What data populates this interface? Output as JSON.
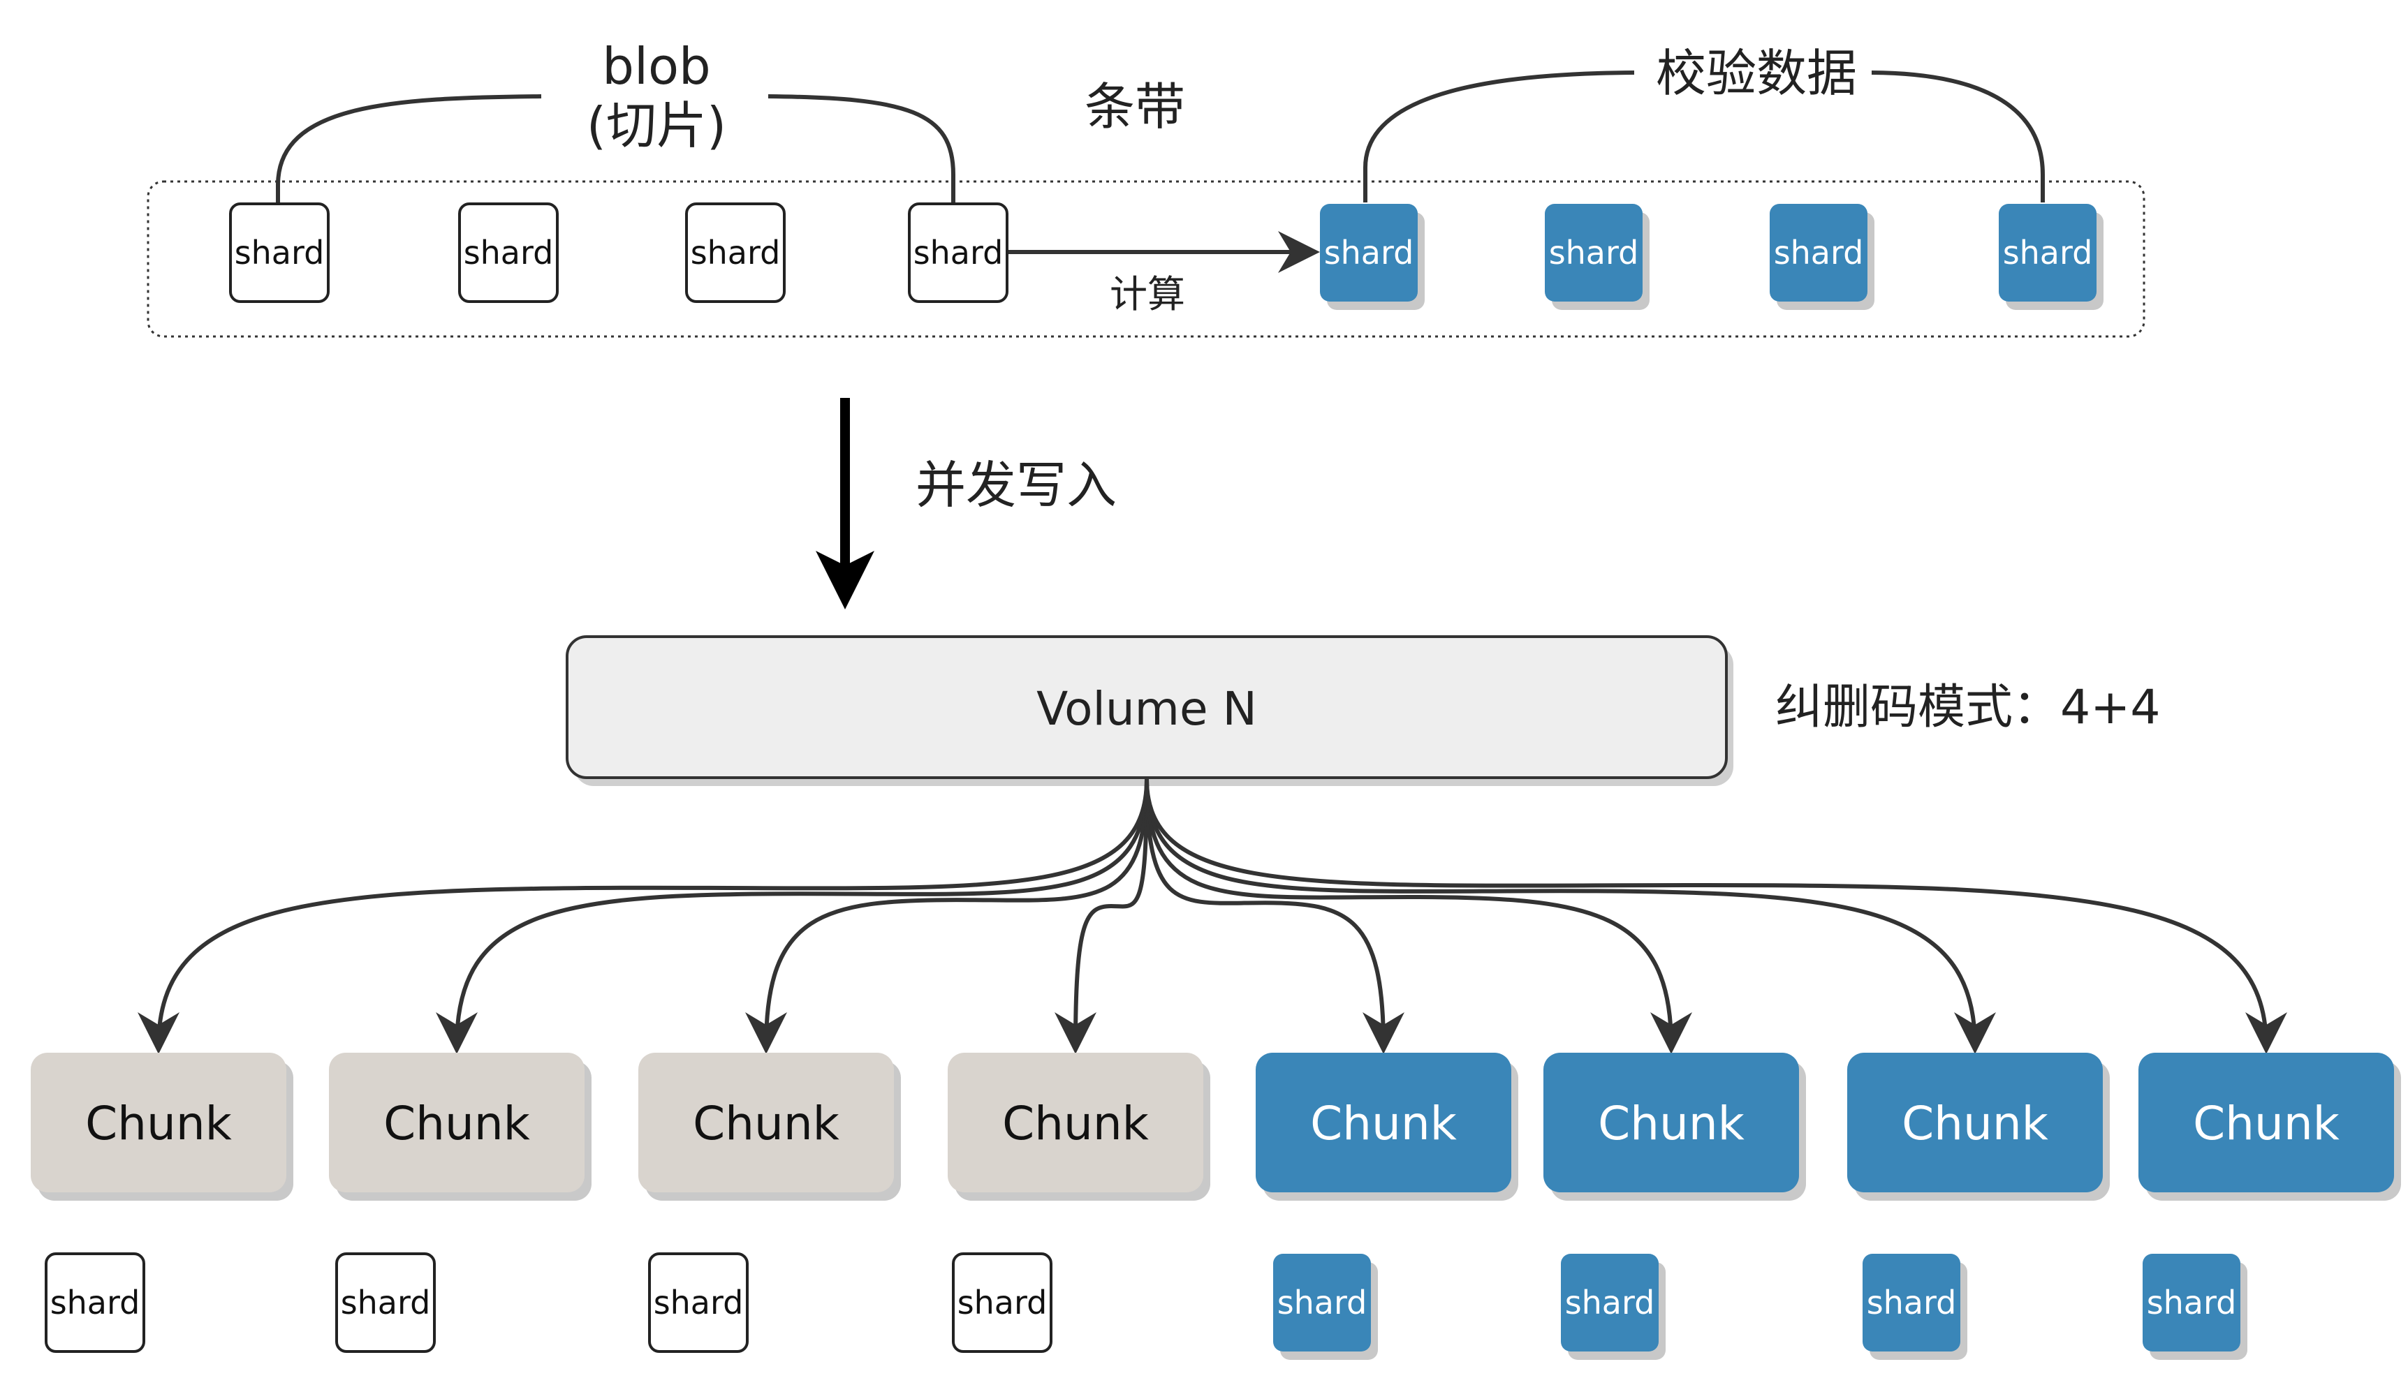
{
  "colors": {
    "data": "#ffffff",
    "parity": "#3a86b8",
    "chunk_data": "#d9d4ce",
    "chunk_parity": "#3a86b8",
    "volume": "#eeeeee",
    "line": "#333333",
    "text": "#222222"
  },
  "labels": {
    "blob": "blob",
    "blob_sub": "(切片)",
    "stripe": "条带",
    "parity": "校验数据",
    "compute": "计算",
    "write": "并发写入",
    "volume": "Volume N",
    "ec_mode": "纠删码模式：4+4"
  },
  "stripe_shards": [
    {
      "label": "shard",
      "kind": "data"
    },
    {
      "label": "shard",
      "kind": "data"
    },
    {
      "label": "shard",
      "kind": "data"
    },
    {
      "label": "shard",
      "kind": "data"
    },
    {
      "label": "shard",
      "kind": "parity"
    },
    {
      "label": "shard",
      "kind": "parity"
    },
    {
      "label": "shard",
      "kind": "parity"
    },
    {
      "label": "shard",
      "kind": "parity"
    }
  ],
  "chunks": [
    {
      "label": "Chunk",
      "kind": "data"
    },
    {
      "label": "Chunk",
      "kind": "data"
    },
    {
      "label": "Chunk",
      "kind": "data"
    },
    {
      "label": "Chunk",
      "kind": "data"
    },
    {
      "label": "Chunk",
      "kind": "parity"
    },
    {
      "label": "Chunk",
      "kind": "parity"
    },
    {
      "label": "Chunk",
      "kind": "parity"
    },
    {
      "label": "Chunk",
      "kind": "parity"
    }
  ],
  "chunk_shards": [
    {
      "label": "shard",
      "kind": "data"
    },
    {
      "label": "shard",
      "kind": "data"
    },
    {
      "label": "shard",
      "kind": "data"
    },
    {
      "label": "shard",
      "kind": "data"
    },
    {
      "label": "shard",
      "kind": "parity"
    },
    {
      "label": "shard",
      "kind": "parity"
    },
    {
      "label": "shard",
      "kind": "parity"
    },
    {
      "label": "shard",
      "kind": "parity"
    }
  ]
}
